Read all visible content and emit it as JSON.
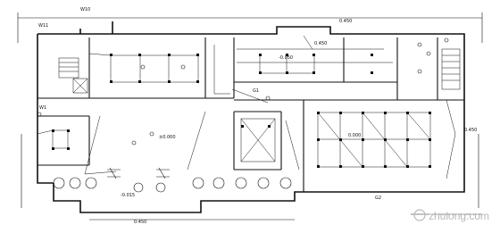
{
  "drawing": {
    "labels": {
      "elev_top": "0.450",
      "elev_top2": "0.450",
      "elev_main": "±0.000",
      "elev_right": "0.000",
      "elev_ramp": "-0.015",
      "elev_bottom": "0.450",
      "elev_bottom_right": "0.450",
      "elev_center": "-0.050",
      "panel_w11": "W11",
      "panel_w10": "W10",
      "panel_w1": "W1",
      "room_g2": "G2",
      "room_g1": "G1"
    },
    "watermark": "zhulong.com",
    "colors": {
      "line": "#111111",
      "background": "#ffffff",
      "watermark": "#b8b8b8"
    }
  }
}
